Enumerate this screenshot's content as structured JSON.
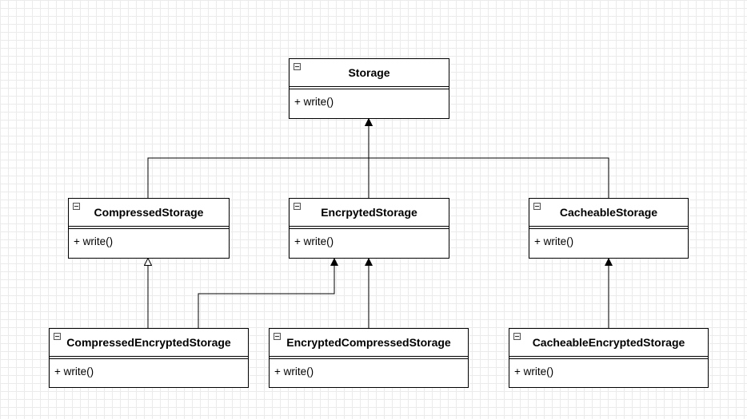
{
  "classes": [
    {
      "id": "storage",
      "name": "Storage",
      "methods": [
        "+ write()"
      ]
    },
    {
      "id": "compressed",
      "name": "CompressedStorage",
      "methods": [
        "+ write()"
      ]
    },
    {
      "id": "encrypted",
      "name": "EncrpytedStorage",
      "methods": [
        "+ write()"
      ]
    },
    {
      "id": "cacheable",
      "name": "CacheableStorage",
      "methods": [
        "+ write()"
      ]
    },
    {
      "id": "compressed_encrypted",
      "name": "CompressedEncryptedStorage",
      "methods": [
        "+ write()"
      ]
    },
    {
      "id": "encrypted_compressed",
      "name": "EncryptedCompressedStorage",
      "methods": [
        "+ write()"
      ]
    },
    {
      "id": "cacheable_encrypted",
      "name": "CacheableEncryptedStorage",
      "methods": [
        "+ write()"
      ]
    }
  ],
  "relations": [
    {
      "from": "compressed",
      "to": "storage",
      "arrow": "filled"
    },
    {
      "from": "encrypted",
      "to": "storage",
      "arrow": "filled"
    },
    {
      "from": "cacheable",
      "to": "storage",
      "arrow": "filled"
    },
    {
      "from": "compressed_encrypted",
      "to": "compressed",
      "arrow": "hollow"
    },
    {
      "from": "compressed_encrypted",
      "to": "encrypted",
      "arrow": "filled"
    },
    {
      "from": "encrypted_compressed",
      "to": "encrypted",
      "arrow": "filled"
    },
    {
      "from": "cacheable_encrypted",
      "to": "cacheable",
      "arrow": "filled"
    }
  ]
}
